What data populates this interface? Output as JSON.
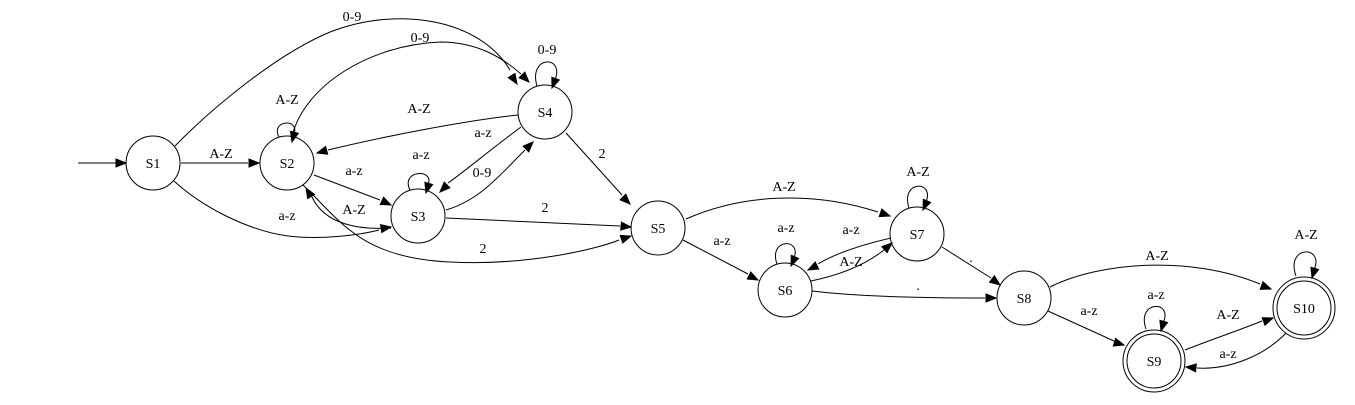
{
  "diagram": {
    "type": "finite-state-automaton",
    "start_state": "S1",
    "nodes": [
      {
        "id": "S1",
        "label": "S1",
        "accepting": false
      },
      {
        "id": "S2",
        "label": "S2",
        "accepting": false
      },
      {
        "id": "S3",
        "label": "S3",
        "accepting": false
      },
      {
        "id": "S4",
        "label": "S4",
        "accepting": false
      },
      {
        "id": "S5",
        "label": "S5",
        "accepting": false
      },
      {
        "id": "S6",
        "label": "S6",
        "accepting": false
      },
      {
        "id": "S7",
        "label": "S7",
        "accepting": false
      },
      {
        "id": "S8",
        "label": "S8",
        "accepting": false
      },
      {
        "id": "S9",
        "label": "S9",
        "accepting": true
      },
      {
        "id": "S10",
        "label": "S10",
        "accepting": true
      }
    ],
    "edges": [
      {
        "from": "S1",
        "to": "S2",
        "label": "A-Z"
      },
      {
        "from": "S1",
        "to": "S3",
        "label": "a-z"
      },
      {
        "from": "S1",
        "to": "S4",
        "label": "0-9"
      },
      {
        "from": "S2",
        "to": "S2",
        "label": "A-Z"
      },
      {
        "from": "S2",
        "to": "S3",
        "label": "a-z"
      },
      {
        "from": "S2",
        "to": "S4",
        "label": "0-9"
      },
      {
        "from": "S2",
        "to": "S5",
        "label": "2"
      },
      {
        "from": "S3",
        "to": "S3",
        "label": "a-z"
      },
      {
        "from": "S3",
        "to": "S2",
        "label": "A-Z"
      },
      {
        "from": "S3",
        "to": "S4",
        "label": "0-9"
      },
      {
        "from": "S3",
        "to": "S5",
        "label": "2"
      },
      {
        "from": "S4",
        "to": "S4",
        "label": "0-9"
      },
      {
        "from": "S4",
        "to": "S2",
        "label": "A-Z"
      },
      {
        "from": "S4",
        "to": "S3",
        "label": "a-z"
      },
      {
        "from": "S4",
        "to": "S5",
        "label": "2"
      },
      {
        "from": "S5",
        "to": "S7",
        "label": "A-Z"
      },
      {
        "from": "S5",
        "to": "S6",
        "label": "a-z"
      },
      {
        "from": "S6",
        "to": "S6",
        "label": "a-z"
      },
      {
        "from": "S6",
        "to": "S7",
        "label": "A-Z"
      },
      {
        "from": "S6",
        "to": "S8",
        "label": "."
      },
      {
        "from": "S7",
        "to": "S7",
        "label": "A-Z"
      },
      {
        "from": "S7",
        "to": "S6",
        "label": "a-z"
      },
      {
        "from": "S7",
        "to": "S8",
        "label": "."
      },
      {
        "from": "S8",
        "to": "S10",
        "label": "A-Z"
      },
      {
        "from": "S8",
        "to": "S9",
        "label": "a-z"
      },
      {
        "from": "S9",
        "to": "S9",
        "label": "a-z"
      },
      {
        "from": "S9",
        "to": "S10",
        "label": "A-Z"
      },
      {
        "from": "S10",
        "to": "S10",
        "label": "A-Z"
      },
      {
        "from": "S10",
        "to": "S9",
        "label": "a-z"
      }
    ]
  }
}
